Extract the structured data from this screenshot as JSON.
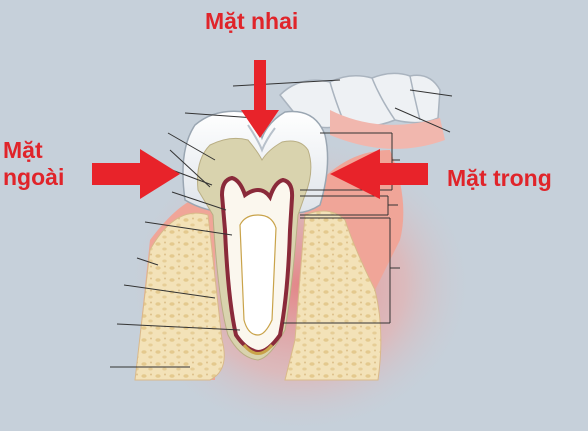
{
  "labels": {
    "occlusal": "Mặt nhai",
    "buccal_line1": "Mặt",
    "buccal_line2": "ngoài",
    "lingual": "Mặt trong"
  },
  "colors": {
    "background": "#c6d0da",
    "arrow": "#e8232a",
    "enamel": "#f2f4f6",
    "dentin": "#d9d2ad",
    "pulp": "#ffffff",
    "pulp_wall": "#8a2a3a",
    "bone": "#f3e2b8",
    "gum": "#f2b3a7",
    "leader_line": "#333333"
  }
}
